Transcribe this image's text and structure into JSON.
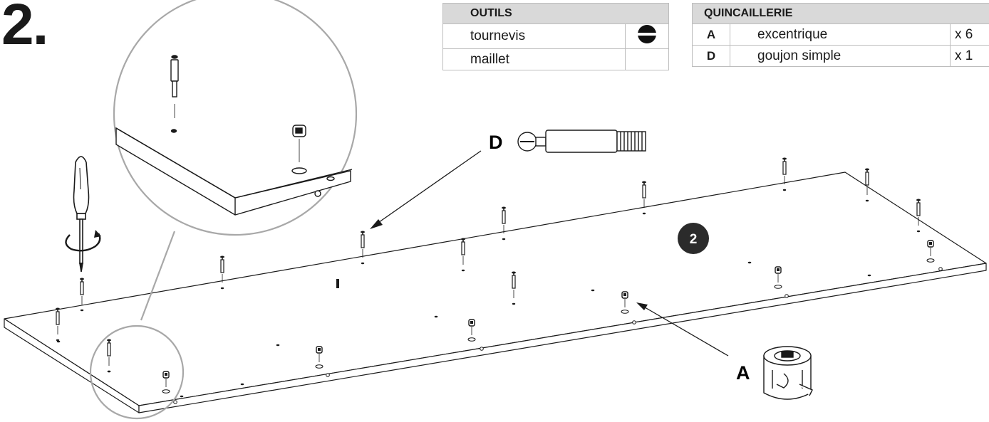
{
  "step_number": "2.",
  "tools_table": {
    "header": "OUTILS",
    "rows": [
      {
        "name": "tournevis",
        "icon": "flathead-screwdriver-icon"
      },
      {
        "name": "maillet",
        "icon": ""
      }
    ]
  },
  "hardware_table": {
    "header": "QUINCAILLERIE",
    "rows": [
      {
        "code": "A",
        "name": "excentrique",
        "qty": "x 6"
      },
      {
        "code": "D",
        "name": "goujon simple",
        "qty": "x 1"
      }
    ]
  },
  "labels": {
    "part_d": "D",
    "part_a": "A",
    "panel_number": "2",
    "panel_mark": "I"
  },
  "colors": {
    "line": "#1a1a1a",
    "magnifier": "#a8a8a8",
    "header_bg": "#d9d9d9",
    "badge": "#2b2b2b"
  }
}
